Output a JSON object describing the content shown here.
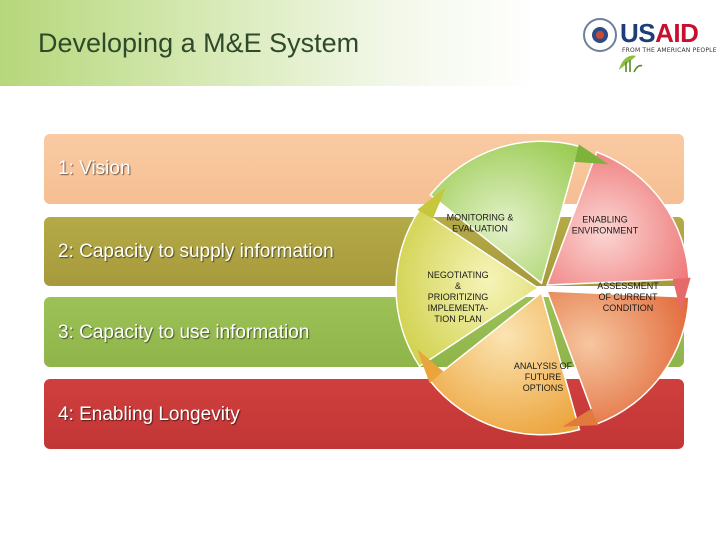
{
  "header": {
    "title": "Developing a M&E System",
    "logo": {
      "usaid_us": "US",
      "usaid_aid": "AID",
      "usaid_tagline": "FROM THE AMERICAN PEOPLE"
    }
  },
  "bands": [
    {
      "label": "1: Vision",
      "color": "#f7c39a"
    },
    {
      "label": "2: Capacity to supply information",
      "color": "#ada242"
    },
    {
      "label": "3: Capacity to use information",
      "color": "#94ba4f"
    },
    {
      "label": "4: Enabling Longevity",
      "color": "#c83a39"
    }
  ],
  "cycle": {
    "segments": [
      {
        "lines": [
          "MONITORING &",
          "EVALUATION"
        ],
        "color": "#c9e2a3"
      },
      {
        "lines": [
          "ENABLING",
          "ENVIRONMENT"
        ],
        "color": "#f3a3a3"
      },
      {
        "lines": [
          "ASSESSMENT",
          "OF CURRENT",
          "CONDITION"
        ],
        "color": "#ec8f5b"
      },
      {
        "lines": [
          "ANALYSIS OF",
          "FUTURE",
          "OPTIONS"
        ],
        "color": "#f3c979"
      },
      {
        "lines": [
          "NEGOTIATING",
          "&",
          "PRIORITIZING",
          "IMPLEMENTA-",
          "TION PLAN"
        ],
        "color": "#e4e47a"
      }
    ]
  }
}
